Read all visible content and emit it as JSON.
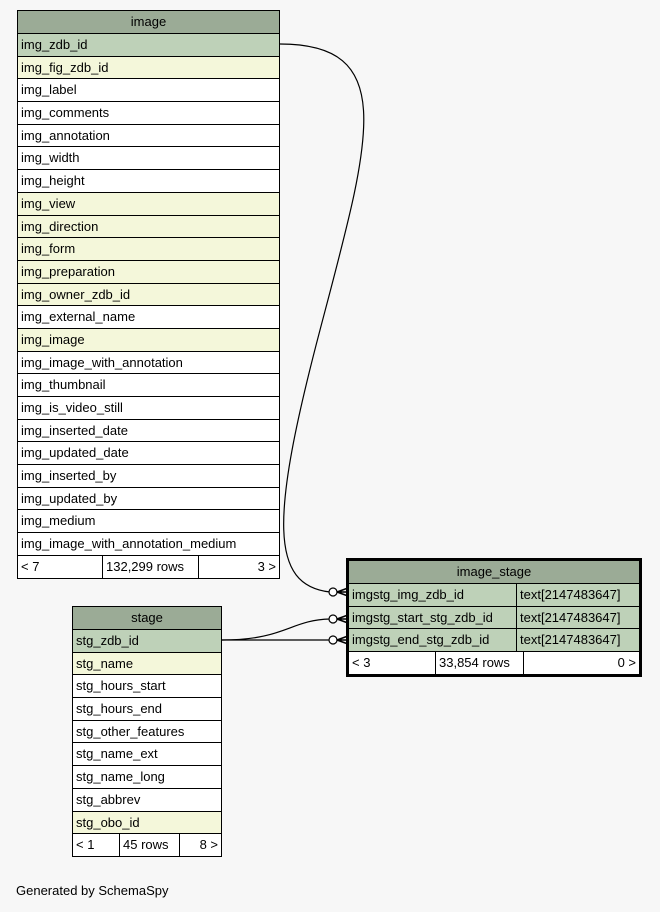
{
  "tables": {
    "image": {
      "name": "image",
      "columns": [
        {
          "name": "img_zdb_id",
          "kind": "pk"
        },
        {
          "name": "img_fig_zdb_id",
          "kind": "idx"
        },
        {
          "name": "img_label",
          "kind": "plain"
        },
        {
          "name": "img_comments",
          "kind": "plain"
        },
        {
          "name": "img_annotation",
          "kind": "plain"
        },
        {
          "name": "img_width",
          "kind": "plain"
        },
        {
          "name": "img_height",
          "kind": "plain"
        },
        {
          "name": "img_view",
          "kind": "idx"
        },
        {
          "name": "img_direction",
          "kind": "idx"
        },
        {
          "name": "img_form",
          "kind": "idx"
        },
        {
          "name": "img_preparation",
          "kind": "idx"
        },
        {
          "name": "img_owner_zdb_id",
          "kind": "idx"
        },
        {
          "name": "img_external_name",
          "kind": "plain"
        },
        {
          "name": "img_image",
          "kind": "idx"
        },
        {
          "name": "img_image_with_annotation",
          "kind": "plain"
        },
        {
          "name": "img_thumbnail",
          "kind": "plain"
        },
        {
          "name": "img_is_video_still",
          "kind": "plain"
        },
        {
          "name": "img_inserted_date",
          "kind": "plain"
        },
        {
          "name": "img_updated_date",
          "kind": "plain"
        },
        {
          "name": "img_inserted_by",
          "kind": "plain"
        },
        {
          "name": "img_updated_by",
          "kind": "plain"
        },
        {
          "name": "img_medium",
          "kind": "plain"
        },
        {
          "name": "img_image_with_annotation_medium",
          "kind": "plain"
        }
      ],
      "parents": "< 7",
      "rows": "132,299 rows",
      "children": "3 >"
    },
    "image_stage": {
      "name": "image_stage",
      "columns": [
        {
          "name": "imgstg_img_zdb_id",
          "type": "text[2147483647]",
          "kind": "pk"
        },
        {
          "name": "imgstg_start_stg_zdb_id",
          "type": "text[2147483647]",
          "kind": "pk"
        },
        {
          "name": "imgstg_end_stg_zdb_id",
          "type": "text[2147483647]",
          "kind": "pk"
        }
      ],
      "parents": "< 3",
      "rows": "33,854 rows",
      "children": "0 >"
    },
    "stage": {
      "name": "stage",
      "columns": [
        {
          "name": "stg_zdb_id",
          "kind": "pk"
        },
        {
          "name": "stg_name",
          "kind": "idx"
        },
        {
          "name": "stg_hours_start",
          "kind": "plain"
        },
        {
          "name": "stg_hours_end",
          "kind": "plain"
        },
        {
          "name": "stg_other_features",
          "kind": "plain"
        },
        {
          "name": "stg_name_ext",
          "kind": "plain"
        },
        {
          "name": "stg_name_long",
          "kind": "plain"
        },
        {
          "name": "stg_abbrev",
          "kind": "plain"
        },
        {
          "name": "stg_obo_id",
          "kind": "idx"
        }
      ],
      "parents": "< 1",
      "rows": "45 rows",
      "children": "8 >"
    }
  },
  "footer": "Generated by SchemaSpy"
}
